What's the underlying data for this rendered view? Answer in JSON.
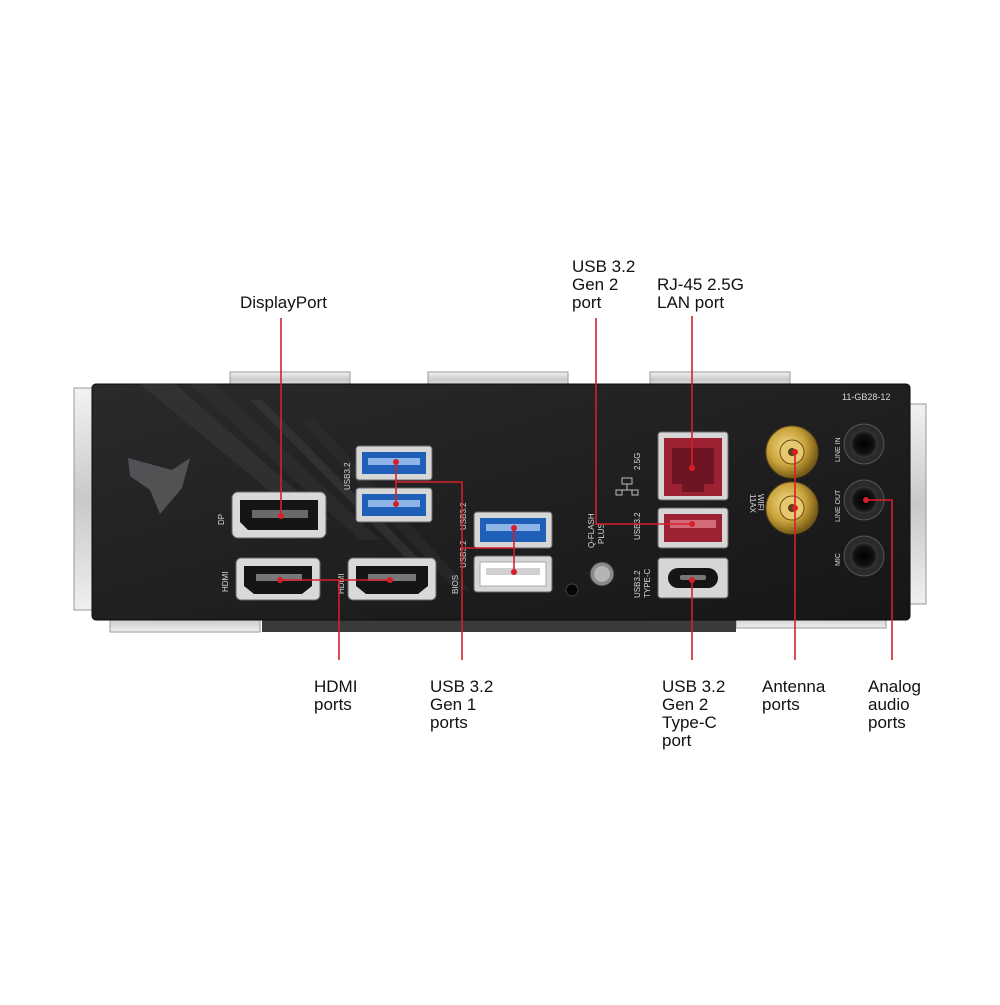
{
  "panel": {
    "part_number": "11-GB28-12",
    "silk": {
      "dp": "DP",
      "hdmi1": "HDMI",
      "hdmi2": "HDMI",
      "usb_left": "USB3.2",
      "bios": "BIOS",
      "usb_mid_a": "USB3.2",
      "usb_mid_b": "USB3.2",
      "qflash_line1": "Q-FLASH",
      "qflash_line2": "PLUS",
      "lan": "2.5G",
      "usb_red": "USB3.2",
      "typec_line1": "USB3.2",
      "typec_line2": "TYPE-C",
      "wifi_line1": "11AX",
      "wifi_line2": "WIFI",
      "line_in": "LINE IN",
      "line_out": "LINE OUT",
      "mic": "MIC"
    }
  },
  "labels": {
    "displayport": "DisplayPort",
    "usb_gen2": "USB 3.2\nGen 2\nport",
    "rj45": "RJ-45 2.5G\nLAN port",
    "hdmi": "HDMI\nports",
    "usb_gen1": "USB 3.2\nGen 1\nports",
    "usb_typec": "USB 3.2\nGen 2\nType-C\nport",
    "antenna": "Antenna\nports",
    "audio": "Analog\naudio\nports"
  },
  "colors": {
    "panel": "#1c1c1e",
    "usb_blue": "#1f5fb8",
    "usb_red": "#9c2233",
    "gold": "#c9a23a",
    "leader": "#d81e2a"
  }
}
